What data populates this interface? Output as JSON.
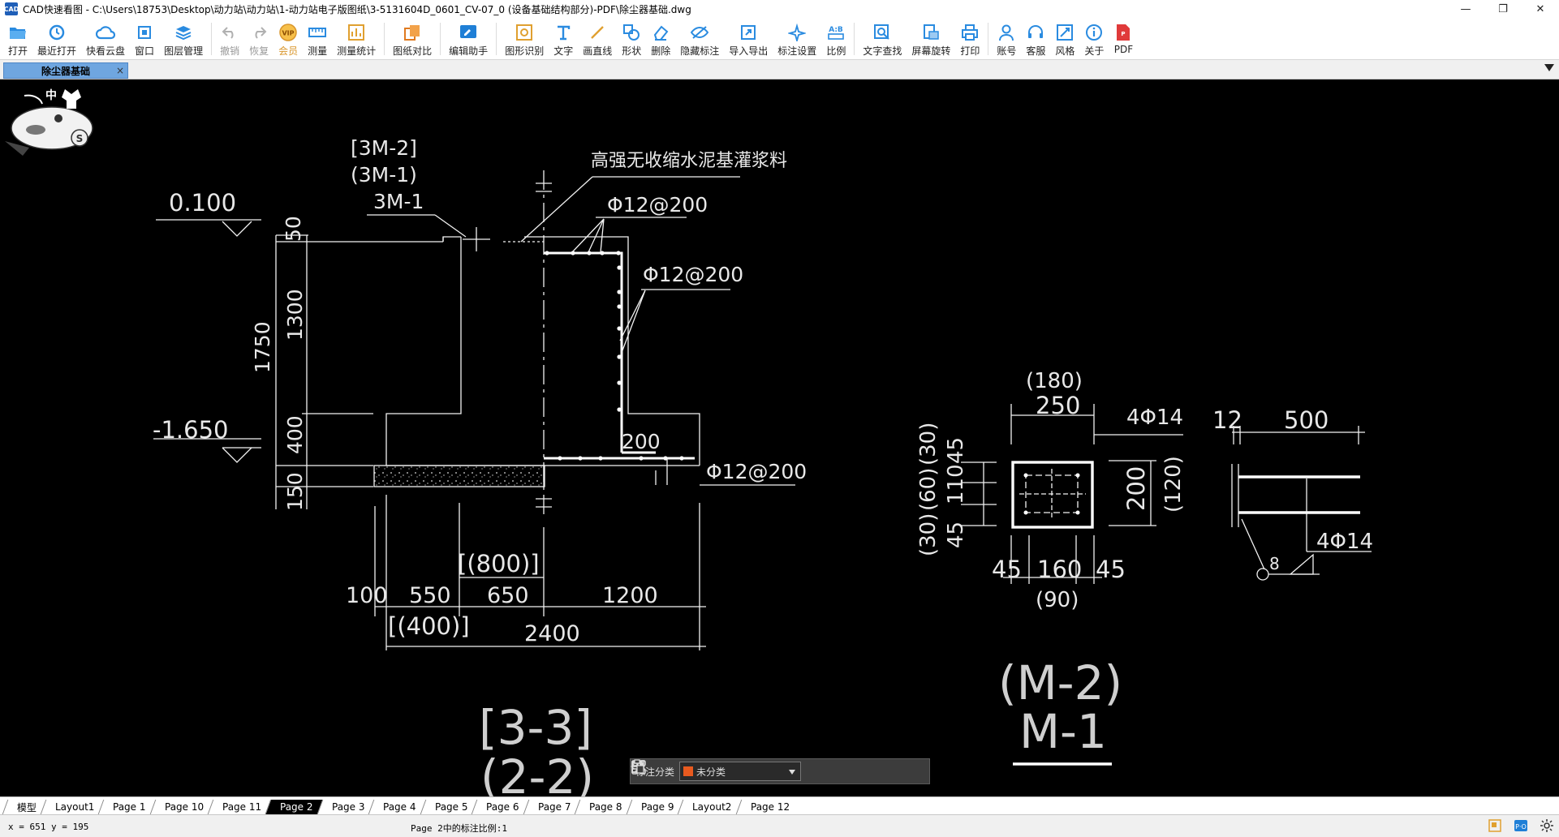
{
  "window": {
    "app_icon_text": "CAD",
    "title": "CAD快速看图 - C:\\Users\\18753\\Desktop\\动力站\\动力站\\1-动力站电子版图纸\\3-5131604D_0601_CV-07_0 (设备基础结构部分)-PDF\\除尘器基础.dwg",
    "minimize": "—",
    "maximize": "❐",
    "close": "✕"
  },
  "toolbar": {
    "items": [
      {
        "label": "打开",
        "icon": "folder-open-icon"
      },
      {
        "label": "最近打开",
        "icon": "recent-clock-icon"
      },
      {
        "label": "快看云盘",
        "icon": "cloud-icon"
      },
      {
        "label": "窗口",
        "icon": "window-icon"
      },
      {
        "label": "图层管理",
        "icon": "layers-icon"
      },
      {
        "label": "撤销",
        "icon": "undo-icon"
      },
      {
        "label": "恢复",
        "icon": "redo-icon"
      },
      {
        "label": "会员",
        "icon": "vip-icon",
        "badge": "VIP"
      },
      {
        "label": "测量",
        "icon": "ruler-icon"
      },
      {
        "label": "测量统计",
        "icon": "measure-stats-icon"
      },
      {
        "label": "图纸对比",
        "icon": "compare-icon"
      },
      {
        "label": "编辑助手",
        "icon": "edit-assistant-icon"
      },
      {
        "label": "图形识别",
        "icon": "shape-recognize-icon"
      },
      {
        "label": "文字",
        "icon": "text-icon"
      },
      {
        "label": "画直线",
        "icon": "line-icon"
      },
      {
        "label": "形状",
        "icon": "shape-icon"
      },
      {
        "label": "删除",
        "icon": "eraser-icon"
      },
      {
        "label": "隐藏标注",
        "icon": "hide-annotation-icon"
      },
      {
        "label": "导入导出",
        "icon": "import-export-icon"
      },
      {
        "label": "标注设置",
        "icon": "annotation-settings-icon"
      },
      {
        "label": "比例",
        "icon": "scale-icon",
        "badge": "A:B"
      },
      {
        "label": "文字查找",
        "icon": "text-search-icon"
      },
      {
        "label": "屏幕旋转",
        "icon": "rotate-screen-icon"
      },
      {
        "label": "打印",
        "icon": "printer-icon"
      },
      {
        "label": "账号",
        "icon": "account-icon"
      },
      {
        "label": "客服",
        "icon": "headset-icon"
      },
      {
        "label": "风格",
        "icon": "style-icon"
      },
      {
        "label": "关于",
        "icon": "info-icon"
      },
      {
        "label": "PDF",
        "icon": "pdf-icon"
      }
    ]
  },
  "doc_tab": {
    "label": "除尘器基础",
    "close": "×"
  },
  "drawing": {
    "section_left": {
      "marks": [
        "[3M-2]",
        "(3M-1)",
        "3M-1"
      ],
      "grout_note": "高强无收缩水泥基灌浆料",
      "rebar1": "Φ12@200",
      "rebar2": "Φ12@200",
      "rebar3": "Φ12@200",
      "elev_top": "0.100",
      "elev_bottom": "-1.650",
      "dim_50": "50",
      "dim_1300": "1300",
      "dim_1750": "1750",
      "dim_400": "400",
      "dim_150": "150",
      "dim_200": "200",
      "dim_800": "[(800)]",
      "dim_100": "100",
      "dim_550": "550",
      "dim_650": "650",
      "dim_1200": "1200",
      "dim_400b": "[(400)]",
      "dim_2400": "2400",
      "title1": "[3-3]",
      "title2": "(2-2)"
    },
    "section_right": {
      "dim_180": "(180)",
      "dim_250": "250",
      "rebar_a": "4Φ14",
      "dim_12": "12",
      "dim_500": "500",
      "dim_45a": "45",
      "dim_110": "110",
      "dim_45b": "45",
      "dim_30a": "(30)",
      "dim_60": "(60)",
      "dim_30b": "(30)",
      "dim_200": "200",
      "dim_120": "(120)",
      "dim_45c": "45",
      "dim_160": "160",
      "dim_45d": "45",
      "dim_90": "(90)",
      "rebar_b": "4Φ14",
      "weld": "8",
      "title1": "(M-2)",
      "title2": "M-1"
    }
  },
  "annotation_bar": {
    "label": "标注分类",
    "selected": "未分类",
    "swatch_color": "#e85a1f"
  },
  "layout_tabs": {
    "tabs": [
      "模型",
      "Layout1",
      "Page 1",
      "Page 10",
      "Page 11",
      "Page 2",
      "Page 3",
      "Page 4",
      "Page 5",
      "Page 6",
      "Page 7",
      "Page 8",
      "Page 9",
      "Layout2",
      "Page 12"
    ],
    "active": "Page 2"
  },
  "status": {
    "coords": "x = 651  y = 195",
    "scale_msg": "Page 2中的标注比例:1"
  },
  "colors": {
    "canvas_bg": "#000000",
    "cad_line": "#ffffff",
    "active_doc_tab": "#6fa6e0",
    "toolbar_icon": "#1f7fd6"
  }
}
